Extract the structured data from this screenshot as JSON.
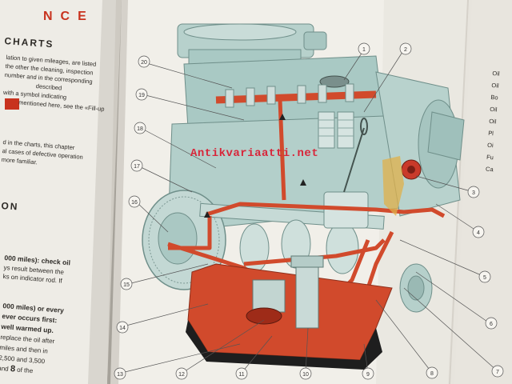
{
  "left_page": {
    "heading_fragment": "NCE",
    "section_title": "CHARTS",
    "para1": [
      "lation to given mileages, are listed",
      "the other the cleaning, inspection",
      "number and in the corresponding",
      "described",
      "with a symbol indicating",
      "mentioned here, see the «Fill-up"
    ],
    "para2": [
      "d in the charts, this chapter",
      "al cases of defective operation",
      "more familiar."
    ],
    "section2": "ON",
    "item1": [
      "000 miles): check oil",
      "ys result between the",
      "ks on indicator rod. If"
    ],
    "item2": [
      "000 miles) or every",
      "ever occurs first:",
      "well warmed up.",
      "replace the oil after",
      "miles and then in",
      "2,500 and 3,500"
    ],
    "item2_last_a": "and",
    "item2_last_num": "8",
    "item2_last_b": "of the"
  },
  "watermark": "Antikvariaatti.net",
  "right_strip": [
    "Oil",
    "Oil",
    "Bo",
    "Oil",
    "Oil",
    "Pl",
    "Oi",
    "Fu",
    "Ca"
  ],
  "callouts": [
    "1",
    "2",
    "3",
    "4",
    "5",
    "6",
    "7",
    "8",
    "9",
    "10",
    "11",
    "12",
    "13",
    "14",
    "15",
    "16",
    "17",
    "18",
    "19",
    "20"
  ],
  "colors": {
    "accent_red": "#c8321e",
    "engine_blue": "#a9c9c4",
    "oil_red": "#d14a2c"
  }
}
